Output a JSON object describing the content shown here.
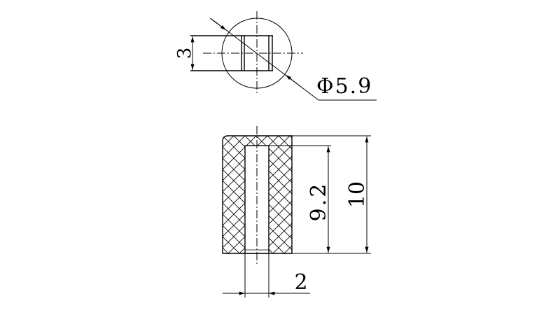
{
  "drawing": {
    "top_view": {
      "width_dim": "3",
      "diameter_dim": "Φ5.9"
    },
    "side_view": {
      "hole_depth_dim": "9.2",
      "height_dim": "10",
      "hole_width_dim": "2"
    }
  },
  "colors": {
    "line": "#000000",
    "background": "#ffffff"
  }
}
